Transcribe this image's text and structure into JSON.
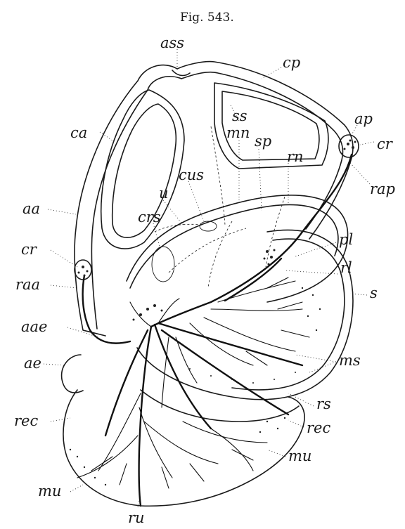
{
  "caption": "Fig. 543.",
  "labels": {
    "ass": "ass",
    "cp": "cp",
    "ap": "ap",
    "cr_right": "cr",
    "rap": "rap",
    "ss": "ss",
    "mn": "mn",
    "sp": "sp",
    "rn": "rn",
    "ca": "ca",
    "cus": "cus",
    "u": "u",
    "crs": "crs",
    "aa": "aa",
    "cr_left": "cr",
    "pl": "pl",
    "rl": "rl",
    "raa": "raa",
    "s": "s",
    "aae": "aae",
    "ms": "ms",
    "ae": "ae",
    "rs": "rs",
    "rec_left": "rec",
    "rec_right": "rec",
    "mu_right": "mu",
    "mu_left": "mu",
    "ru": "ru"
  }
}
